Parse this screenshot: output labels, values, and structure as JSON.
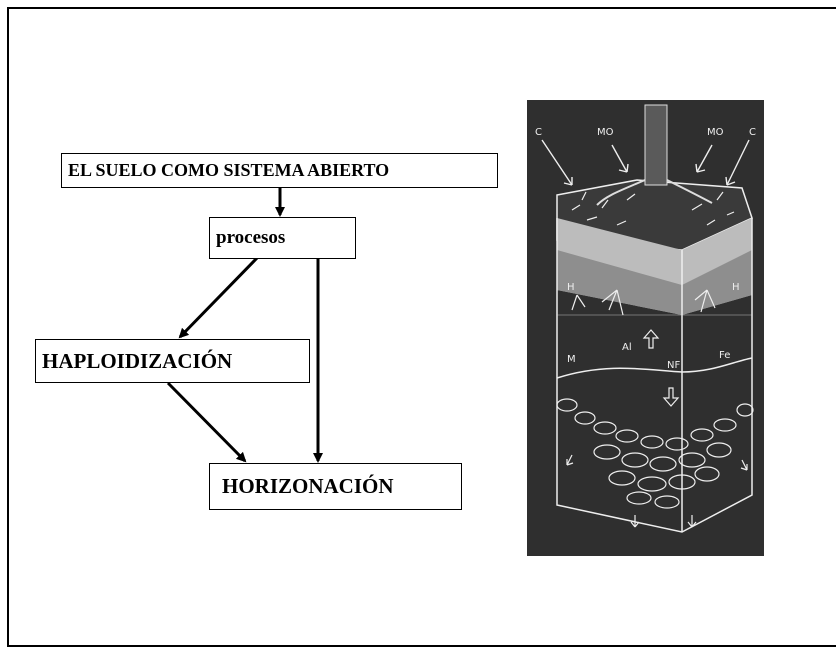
{
  "diagram": {
    "title_box": "EL SUELO COMO SISTEMA ABIERTO",
    "process_box": "procesos",
    "left_box": "HAPLOIDIZACIÓN",
    "bottom_box": "HORIZONACIÓN"
  },
  "illustration": {
    "labels": {
      "c_left": "C",
      "mo_left": "MO",
      "mo_right": "MO",
      "c_right": "C",
      "al": "Al",
      "nf": "NF",
      "fe": "Fe",
      "h_left": "H",
      "h_right": "H",
      "m_left": "M"
    }
  }
}
